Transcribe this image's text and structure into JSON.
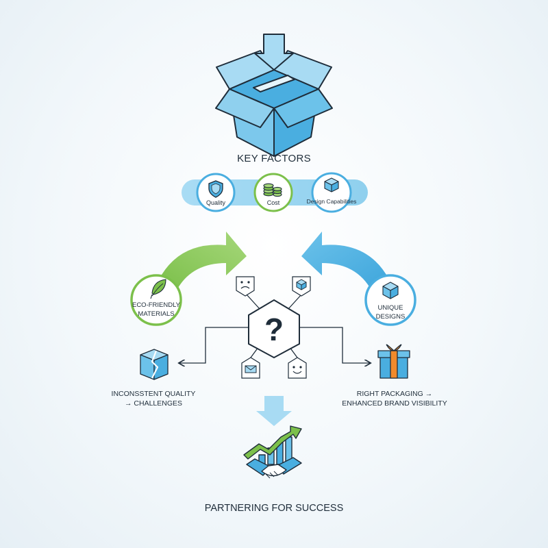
{
  "key_factors": {
    "title": "KEY FACTORS",
    "items": [
      {
        "label": "Quality",
        "icon": "shield-icon"
      },
      {
        "label": "Cost",
        "icon": "coin-stack-icon"
      },
      {
        "label": "Design Capabilities",
        "icon": "box-icon"
      }
    ]
  },
  "eco": {
    "line1": "ECO-FRIENDLY",
    "line2": "MATERIALS",
    "icon": "leaf-icon"
  },
  "unique": {
    "line1": "UNIQUE",
    "line2": "DESIGNS",
    "icon": "box-icon"
  },
  "center": {
    "symbol": "?",
    "icon": "question-hexagon-icon"
  },
  "left_outcome": {
    "line1": "INCONSSTENT QUALITY",
    "line2": "→ CHALLENGES",
    "icon": "damaged-box-icon"
  },
  "right_outcome": {
    "line1": "RIGHT PACKAGING →",
    "line2": "ENHANCED BRAND VISIBILITY",
    "icon": "gift-box-icon"
  },
  "bottom": {
    "title": "PARTNERING FOR SUCCESS",
    "icon": "handshake-growth-icon"
  },
  "colors": {
    "blue": "#4aaee0",
    "light_blue": "#a8dbf3",
    "green": "#7cc04b",
    "dark": "#1f2d3a"
  }
}
